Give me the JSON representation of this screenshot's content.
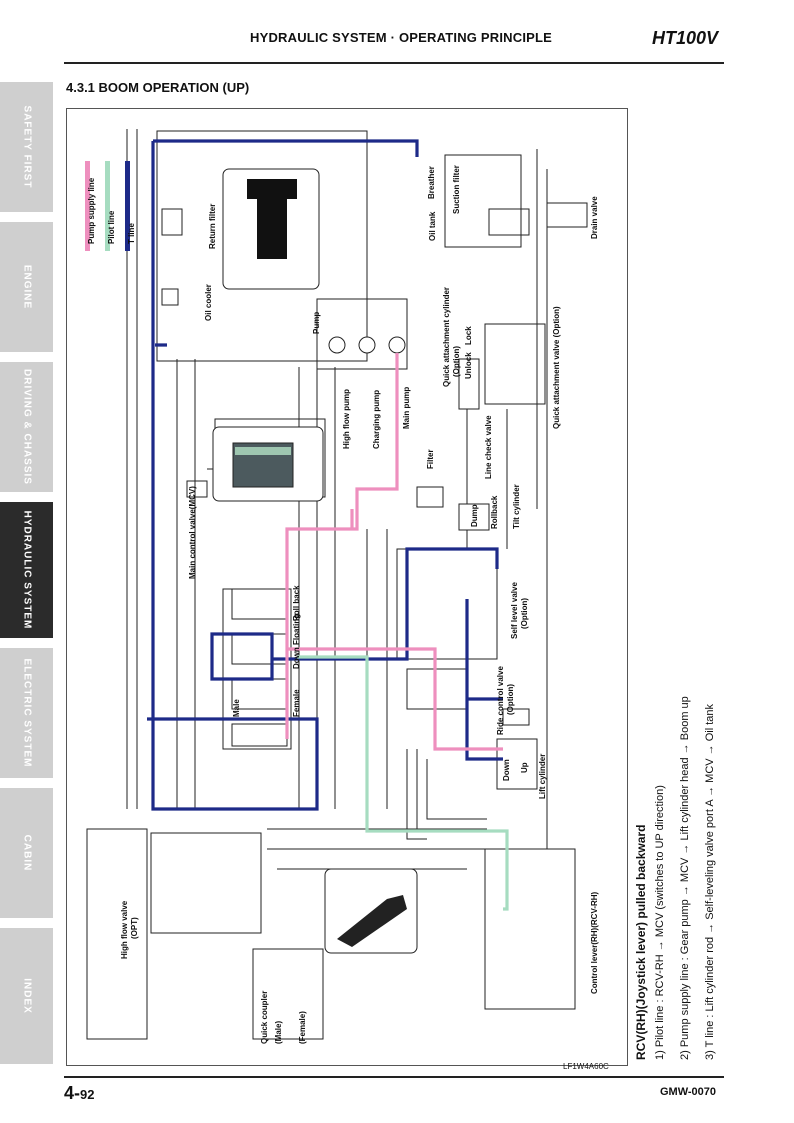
{
  "header": {
    "title": "HYDRAULIC SYSTEM · OPERATING PRINCIPLE",
    "model": "HT100V"
  },
  "section": {
    "title": "4.3.1  BOOM OPERATION (UP)"
  },
  "sidebar": {
    "tabs": [
      {
        "label": "SAFETY FIRST",
        "active": false
      },
      {
        "label": "ENGINE",
        "active": false
      },
      {
        "label": "DRIVING & CHASSIS",
        "active": false
      },
      {
        "label": "HYDRAULIC SYSTEM",
        "active": true
      },
      {
        "label": "ELECTRIC SYSTEM",
        "active": false
      },
      {
        "label": "CABIN",
        "active": false
      },
      {
        "label": "INDEX",
        "active": false
      }
    ]
  },
  "legend": {
    "items": [
      {
        "label": "Pump supply line",
        "color": "#ee8fbe"
      },
      {
        "label": "Pilot line",
        "color": "#a6dcc0"
      },
      {
        "label": "T line",
        "color": "#1d2a88"
      }
    ]
  },
  "diagram": {
    "labels": {
      "return_filter": "Return filter",
      "oil_cooler": "Oil cooler",
      "pump": "Pump",
      "high_flow_pump": "High flow pump",
      "charging_pump": "Charging pump",
      "main_pump": "Main pump",
      "breather": "Breather",
      "oil_tank": "Oil tank",
      "suction_filter": "Suction filter",
      "drain_valve": "Drain valve",
      "quick_attachment_cylinder": "Quick attachment cylinder",
      "option": "(Option)",
      "unlock": "Unlock",
      "lock": "Lock",
      "quick_attachment_valve": "Quick attachment valve (Option)",
      "line_check_valve": "Line check valve",
      "filter": "Filter",
      "mcv": "Main control valve(MCV)",
      "dump": "Dump",
      "rollback": "Rollback",
      "tilt_cylinder": "Tilt cylinder",
      "self_level_valve": "Self level valve",
      "ride_control_valve": "Ride control valve",
      "lift_cylinder": "Lift cylinder",
      "down": "Down",
      "up": "Up",
      "roll_back": "Roll back",
      "down_floating": "Down Floating",
      "female": "Female",
      "male": "Male",
      "high_flow_valve": "High flow valve",
      "opt": "(OPT)",
      "quick_coupler": "Quick coupler",
      "qc_male": "(Male)",
      "qc_female": "(Female)",
      "control_lever": "Control lever(RH)(RCV-RH)",
      "figure_code": "LF1W4A60C"
    }
  },
  "caption": {
    "title": "RCV(RH)(Joystick lever) pulled backward",
    "lines": [
      "1) Pilot line : RCV-RH → MCV (switches to UP direction)",
      "2) Pump supply line : Gear pump → MCV → Lift cylinder head → Boom up",
      "3) T line : Lift cylinder rod → Self-leveling valve port A → MCV → Oil tank"
    ]
  },
  "footer": {
    "page_prefix": "4-",
    "page_number": "92",
    "doc_code": "GMW-0070"
  }
}
